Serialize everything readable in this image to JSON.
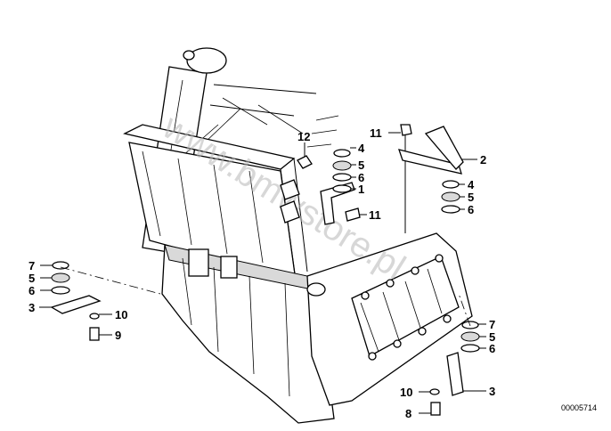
{
  "diagram": {
    "watermark": "www.bmwstore.pl",
    "reference_number": "00005714",
    "callouts": [
      {
        "id": "c12",
        "label": "12"
      },
      {
        "id": "c4a",
        "label": "4"
      },
      {
        "id": "c5a",
        "label": "5"
      },
      {
        "id": "c6a",
        "label": "6"
      },
      {
        "id": "c1",
        "label": "1"
      },
      {
        "id": "c11a",
        "label": "11"
      },
      {
        "id": "c11b",
        "label": "11"
      },
      {
        "id": "c2",
        "label": "2"
      },
      {
        "id": "c4b",
        "label": "4"
      },
      {
        "id": "c5b",
        "label": "5"
      },
      {
        "id": "c6b",
        "label": "6"
      },
      {
        "id": "c7a",
        "label": "7"
      },
      {
        "id": "c5c",
        "label": "5"
      },
      {
        "id": "c6c",
        "label": "6"
      },
      {
        "id": "c3a",
        "label": "3"
      },
      {
        "id": "c10a",
        "label": "10"
      },
      {
        "id": "c9",
        "label": "9"
      },
      {
        "id": "c7b",
        "label": "7"
      },
      {
        "id": "c5d",
        "label": "5"
      },
      {
        "id": "c6d",
        "label": "6"
      },
      {
        "id": "c3b",
        "label": "3"
      },
      {
        "id": "c10b",
        "label": "10"
      },
      {
        "id": "c8",
        "label": "8"
      }
    ]
  }
}
